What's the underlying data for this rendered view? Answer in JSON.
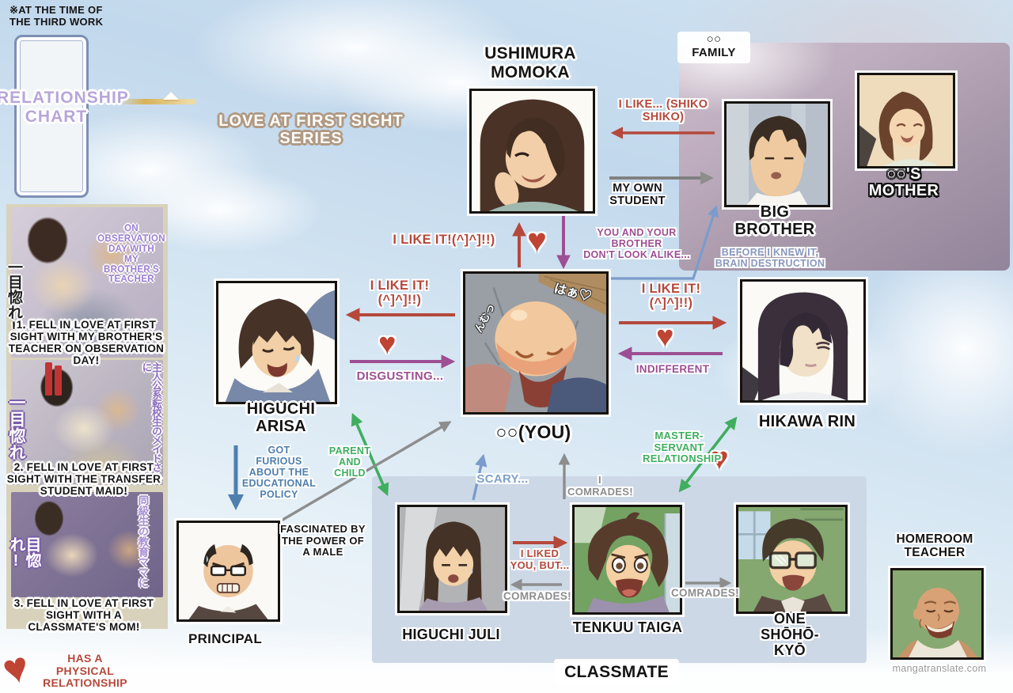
{
  "note": "※AT THE TIME OF\nTHE THIRD WORK",
  "title": "RELATIONSHIP\nCHART",
  "series_banner": "LOVE AT FIRST SIGHT SERIES",
  "watermark": "mangatranslate.com",
  "groups": {
    "family_label": "○○\nFAMILY",
    "classmate_label": "CLASSMATE"
  },
  "characters": {
    "momoka": "USHIMURA\nMOMOKA",
    "big_brother": "BIG\nBROTHER",
    "mother": "○○'S\nMOTHER",
    "arisa": "HIGUCHI\nARISA",
    "you": "○○(YOU)",
    "rin": "HIKAWA RIN",
    "principal": "PRINCIPAL",
    "juli": "HIGUCHI JULI",
    "taiga": "TENKUU TAIGA",
    "one": "ONE\nSHŌHŌ-\nKYŌ",
    "homeroom": "HOMEROOM\nTEACHER"
  },
  "sfx": {
    "you1": "はぁ♡",
    "you2": "んむっ"
  },
  "relations": {
    "shiko": "I LIKE... (SHIKO\nSHIKO)",
    "my_student": "MY OWN\nSTUDENT",
    "like_up": "I LIKE IT!(^]^]!!)",
    "not_alike": "YOU AND YOUR BROTHER\nDON'T LOOK ALIKE...",
    "like_left": "I LIKE IT!\n(^]^]!!)",
    "disgusting": "DISGUSTING...",
    "like_right": "I LIKE IT!\n(^]^]!!)",
    "indifferent": "INDIFFERENT",
    "brain": "BEFORE I KNEW IT,\nBRAIN DESTRUCTION",
    "edu": "GOT\nFURIOUS\nABOUT THE\nEDUCATIONAL\nPOLICY",
    "parent_child": "PARENT\nAND\nCHILD",
    "fascinated": "FASCINATED BY\nTHE POWER OF\nA MALE",
    "scary": "SCARY...",
    "i_comrades": "I\nCOMRADES!",
    "master_servant": "MASTER-\nSERVANT\nRELATIONSHIP",
    "liked_you": "I LIKED\nYOU, BUT...",
    "comrades_back": "COMRADES!",
    "comrades_one": "COMRADES!"
  },
  "legend": "HAS A\nPHYSICAL\nRELATIONSHIP",
  "sidebar": {
    "cover1_overlay": "ON\nOBSERVATION\nDAY WITH\nMY\nBROTHER'S\nTEACHER",
    "cover1_vertical": "一目惚れ!",
    "caption1": "1. FELL IN LOVE AT FIRST\nSIGHT WITH MY BROTHER'S\nTEACHER ON OBSERVATION\nDAY!",
    "cover2_vertical_right": "主人公系転校生のメイドさんに",
    "cover2_vertical_left": "一目惚れ!",
    "caption2": "2. FELL IN LOVE AT FIRST\nSIGHT WITH THE TRANSFER\nSTUDENT MAID!",
    "cover3_vertical_right": "同級生の教育ママに",
    "cover3_vertical_left": "目惚れ!",
    "caption3": "3. FELL IN LOVE AT FIRST\nSIGHT WITH A\nCLASSMATE'S MOM!"
  },
  "colors": {
    "red": "#b5483b",
    "purple": "#9d4f93",
    "gray": "#8d8d8d",
    "blue": "#7b9ccb",
    "steel_blue": "#4e7fad",
    "green": "#3fae5f",
    "heart": "#bf4433"
  }
}
